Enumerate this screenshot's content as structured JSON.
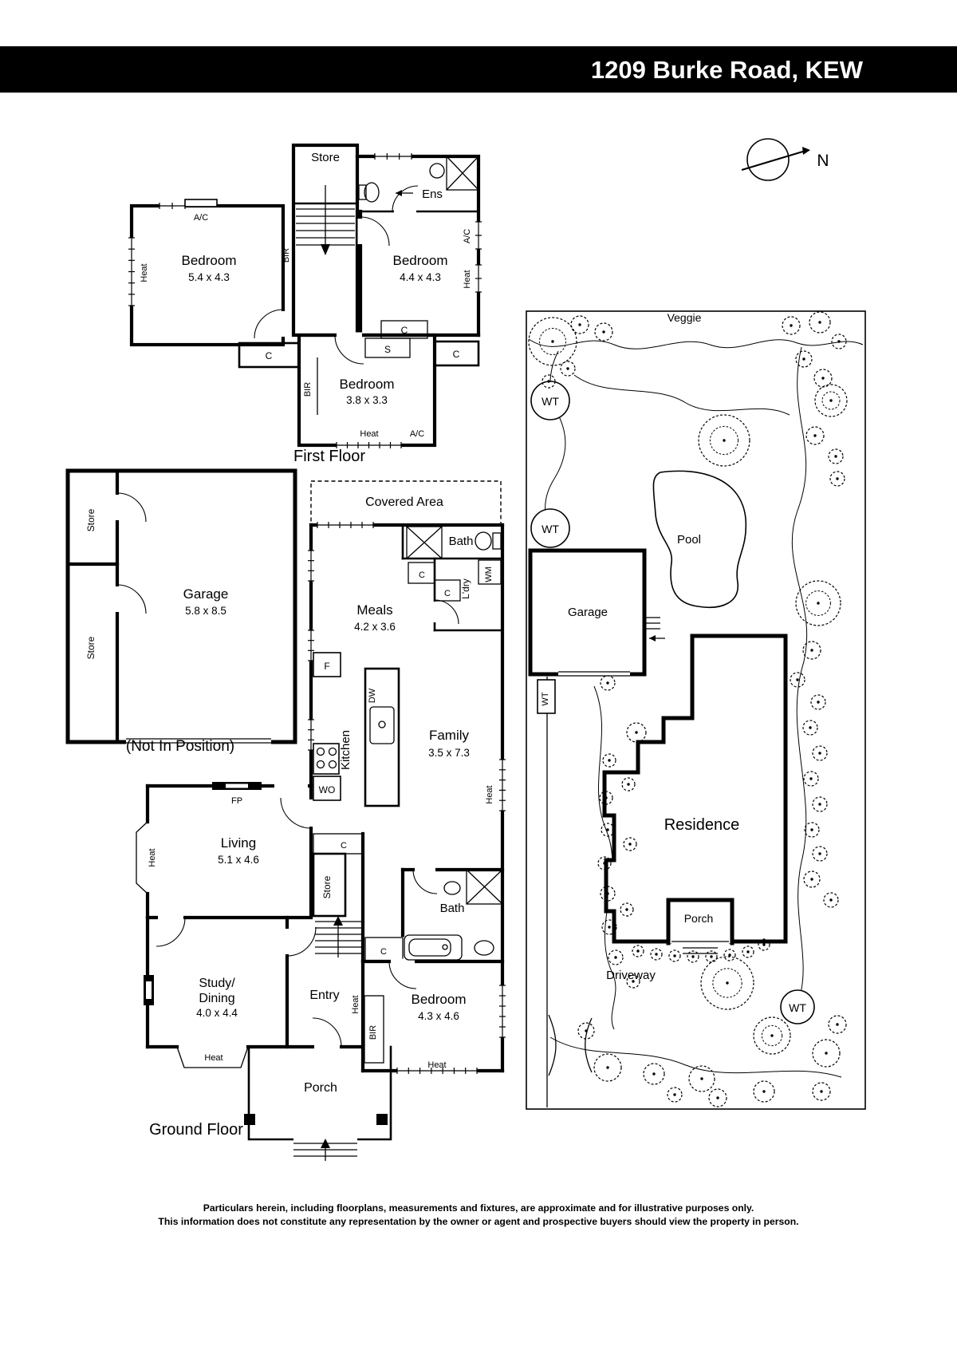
{
  "header": {
    "title": "1209 Burke Road, KEW"
  },
  "compass": {
    "north": "N"
  },
  "legend": {
    "heat": "Heat",
    "ac": "A/C",
    "c": "C",
    "s": "S",
    "bir": "BIR",
    "fridge": "F",
    "wall_oven": "WO",
    "dishwasher": "DW",
    "washing_machine": "WM",
    "fireplace": "FP",
    "water_tank": "WT"
  },
  "first_floor": {
    "title": "First Floor",
    "store": "Store",
    "ens": "Ens",
    "bedroom1": {
      "name": "Bedroom",
      "dims": "5.4 x 4.3"
    },
    "bedroom2": {
      "name": "Bedroom",
      "dims": "4.4 x 4.3"
    },
    "bedroom3": {
      "name": "Bedroom",
      "dims": "3.8 x 3.3"
    }
  },
  "garage_block": {
    "note": "(Not In Position)",
    "garage": {
      "name": "Garage",
      "dims": "5.8 x 8.5"
    },
    "store_top": "Store",
    "store_bottom": "Store"
  },
  "ground_floor": {
    "title": "Ground Floor",
    "covered_area": "Covered Area",
    "meals": {
      "name": "Meals",
      "dims": "4.2 x 3.6"
    },
    "kitchen": "Kitchen",
    "ldry": "L'dry",
    "family": {
      "name": "Family",
      "dims": "3.5 x 7.3"
    },
    "living": {
      "name": "Living",
      "dims": "5.1 x 4.6"
    },
    "store": "Store",
    "bath_top": "Bath",
    "bath_bottom": "Bath",
    "study_dining": {
      "name1": "Study/",
      "name2": "Dining",
      "dims": "4.0 x 4.4"
    },
    "entry": "Entry",
    "bedroom": {
      "name": "Bedroom",
      "dims": "4.3 x 4.6"
    },
    "porch": "Porch"
  },
  "site_plan": {
    "veggie": "Veggie",
    "pool": "Pool",
    "garage": "Garage",
    "residence": "Residence",
    "porch": "Porch",
    "driveway": "Driveway",
    "water_tank": "WT"
  },
  "footer": {
    "line1": "Particulars herein, including floorplans, measurements and fixtures, are approximate and for illustrative purposes only.",
    "line2": "This information does not constitute any representation by the owner or agent and prospective buyers should view the property in person."
  }
}
